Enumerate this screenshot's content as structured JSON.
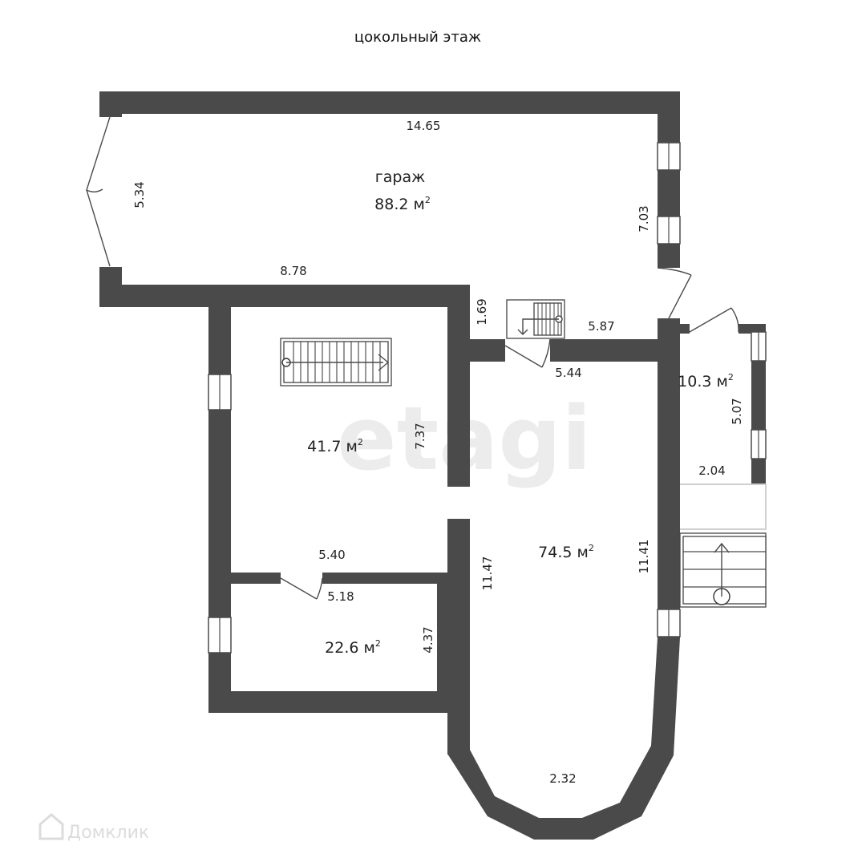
{
  "title": "цокольный этаж",
  "rooms": {
    "garage": {
      "name": "гараж",
      "area": "88.2 м",
      "sup": "2"
    },
    "room_left": {
      "area": "41.7 м",
      "sup": "2"
    },
    "room_small": {
      "area": "22.6 м",
      "sup": "2"
    },
    "room_main": {
      "area": "74.5 м",
      "sup": "2"
    },
    "room_right": {
      "area": "10.3 м",
      "sup": "2"
    }
  },
  "dimensions": {
    "garage_top": "14.65",
    "garage_left": "5.34",
    "garage_right": "7.03",
    "garage_bottom": "8.78",
    "stair_gap": "1.69",
    "hall_top": "5.87",
    "hall_door": "5.44",
    "left_room_wall": "7.37",
    "left_room_bottom": "5.40",
    "small_room_top": "5.18",
    "small_room_right": "4.37",
    "main_room_left": "11.47",
    "main_room_right": "11.41",
    "right_room_height": "5.07",
    "right_room_width": "2.04",
    "bay": "2.32"
  },
  "watermark": "etagi",
  "brand": "Домклик"
}
